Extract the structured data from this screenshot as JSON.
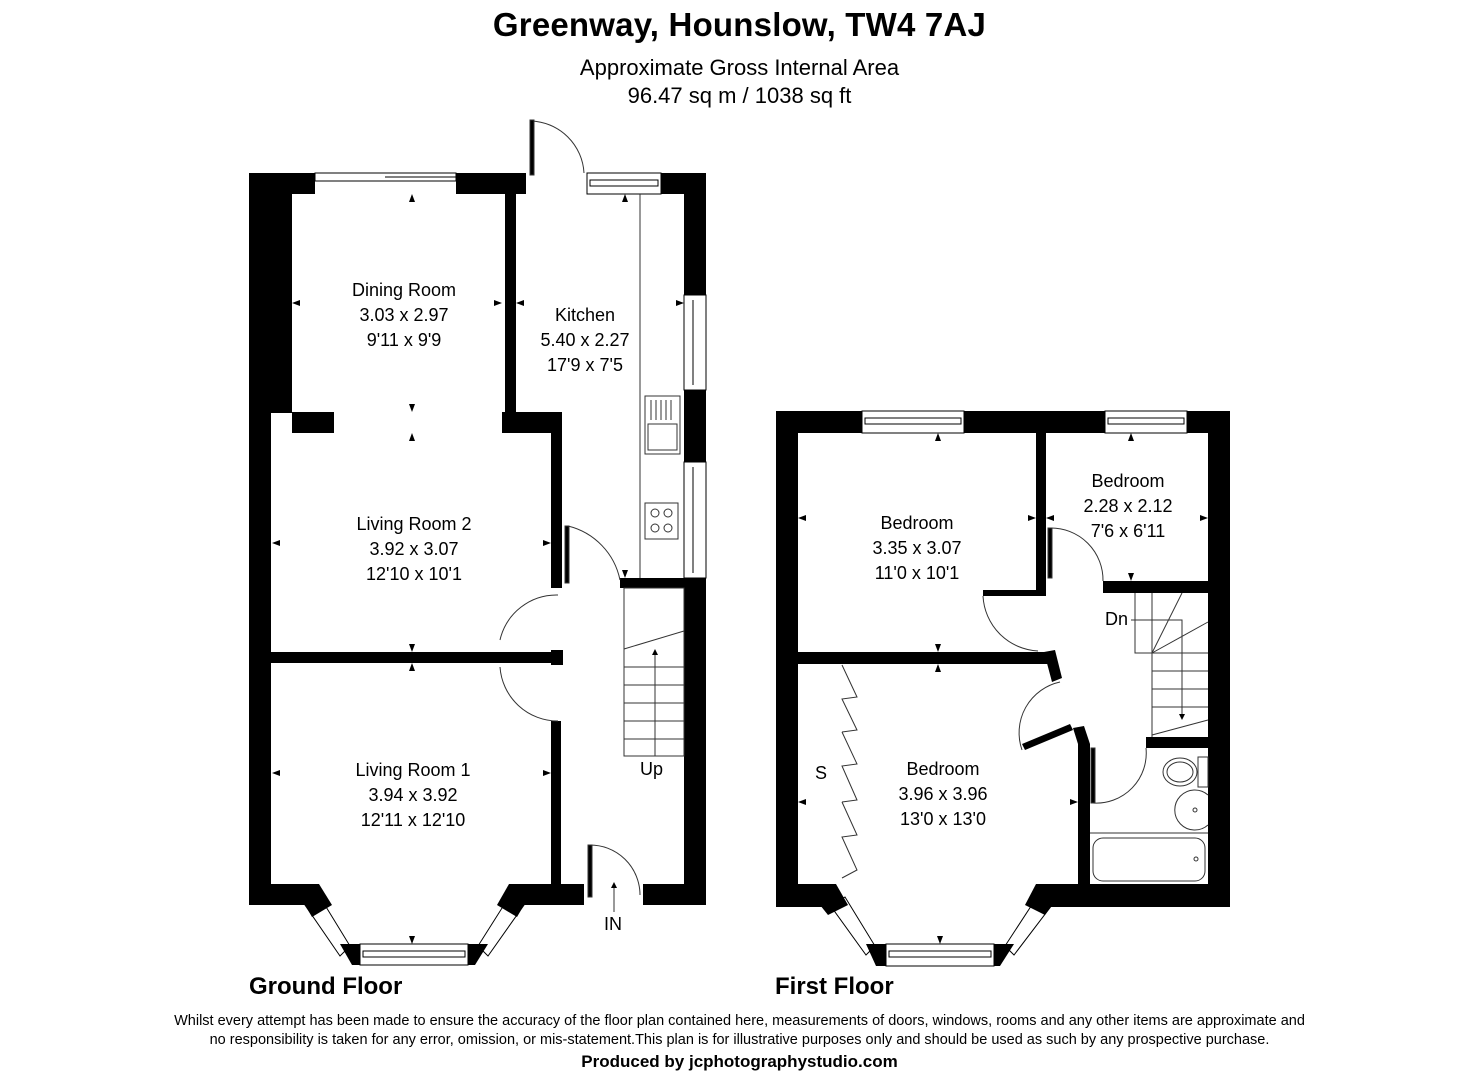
{
  "header": {
    "title": "Greenway, Hounslow, TW4 7AJ",
    "area_label": "Approximate Gross Internal Area",
    "area_value": "96.47 sq m / 1038 sq ft"
  },
  "ground_floor": {
    "label": "Ground Floor",
    "rooms": [
      {
        "name": "Dining Room",
        "metric": "3.03 x 2.97",
        "imperial": "9'11 x 9'9"
      },
      {
        "name": "Kitchen",
        "metric": "5.40 x 2.27",
        "imperial": "17'9 x 7'5"
      },
      {
        "name": "Living Room 2",
        "metric": "3.92 x 3.07",
        "imperial": "12'10 x 10'1"
      },
      {
        "name": "Living Room 1",
        "metric": "3.94 x 3.92",
        "imperial": "12'11 x 12'10"
      }
    ],
    "stairs_label": "Up",
    "entrance_label": "IN"
  },
  "first_floor": {
    "label": "First Floor",
    "rooms": [
      {
        "name": "Bedroom",
        "metric": "3.35 x 3.07",
        "imperial": "11'0 x 10'1"
      },
      {
        "name": "Bedroom",
        "metric": "2.28 x 2.12",
        "imperial": "7'6 x 6'11"
      },
      {
        "name": "Bedroom",
        "metric": "3.96 x 3.96",
        "imperial": "13'0 x 13'0"
      }
    ],
    "stairs_label": "Dn",
    "storage_label": "S"
  },
  "footer": {
    "disclaimer_line1": "Whilst every attempt has been made to ensure the accuracy of the floor plan contained here, measurements of doors, windows, rooms and any other items are approximate and",
    "disclaimer_line2": "no responsibility is taken for any error, omission, or mis-statement.This plan is for illustrative purposes only and should be used as such by any prospective purchase.",
    "producer": "Produced by jcphotographystudio.com"
  },
  "colors": {
    "wall": "#000000",
    "background": "#ffffff",
    "fixture_line": "#333333"
  }
}
